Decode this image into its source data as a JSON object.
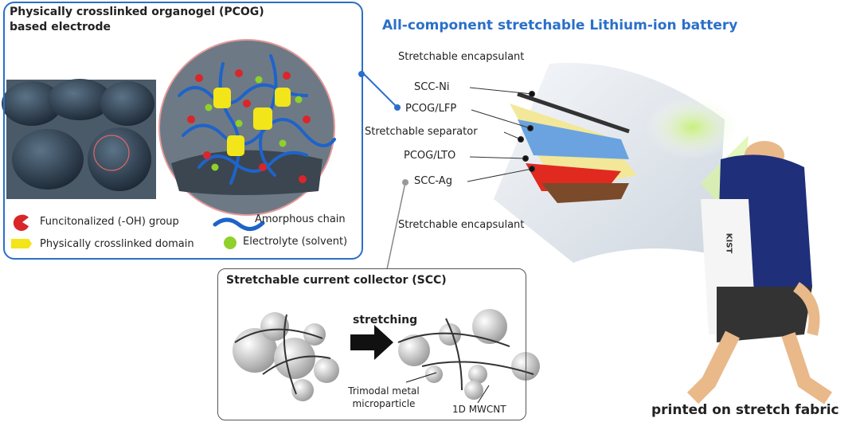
{
  "pcog_panel": {
    "title_line1": "Physically crosslinked organogel (PCOG)",
    "title_line2": "based electrode",
    "legend": [
      {
        "icon": "functional-group-icon",
        "label": "Funcitonalized (-OH) group",
        "color": "#d9262b"
      },
      {
        "icon": "amorphous-chain-icon",
        "label": "Amorphous chain",
        "color": "#1f63c9"
      },
      {
        "icon": "crosslinked-domain-icon",
        "label": "Physically crosslinked domain",
        "color": "#f2e51a"
      },
      {
        "icon": "electrolyte-icon",
        "label": "Electrolyte (solvent)",
        "color": "#8fd12a"
      }
    ]
  },
  "battery": {
    "title": "All-component  stretchable Lithium-ion battery",
    "layers": [
      "Stretchable encapsulant",
      "SCC-Ni",
      "PCOG/LFP",
      "Stretchable separator",
      "PCOG/LTO",
      "SCC-Ag",
      "Stretchable encapsulant"
    ]
  },
  "scc_panel": {
    "title": "Stretchable current collector (SCC)",
    "action": "stretching",
    "label_particle_line1": "Trimodal metal",
    "label_particle_line2": "microparticle",
    "label_cnt": "1D MWCNT"
  },
  "wearable": {
    "caption": "printed on stretch fabric",
    "sleeve_logo": "KIST"
  }
}
